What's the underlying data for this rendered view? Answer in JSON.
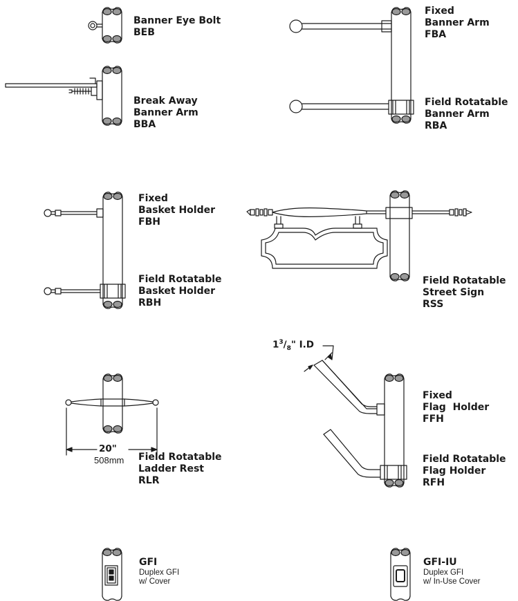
{
  "items": [
    {
      "id": "beb",
      "lines": [
        "Banner Eye Bolt",
        "BEB"
      ]
    },
    {
      "id": "fba",
      "lines": [
        "Fixed",
        "Banner Arm",
        "FBA"
      ]
    },
    {
      "id": "bba",
      "lines": [
        "Break Away",
        "Banner Arm",
        "BBA"
      ]
    },
    {
      "id": "rba",
      "lines": [
        "Field Rotatable",
        "Banner Arm",
        "RBA"
      ]
    },
    {
      "id": "fbh",
      "lines": [
        "Fixed",
        "Basket Holder",
        "FBH"
      ]
    },
    {
      "id": "rbh",
      "lines": [
        "Field Rotatable",
        "Basket Holder",
        "RBH"
      ]
    },
    {
      "id": "rss",
      "lines": [
        "Field Rotatable",
        "Street Sign",
        "RSS"
      ]
    },
    {
      "id": "rlr",
      "lines": [
        "Field Rotatable",
        "Ladder Rest",
        "RLR"
      ]
    },
    {
      "id": "ffh",
      "lines": [
        "Fixed",
        "Flag  Holder",
        "FFH"
      ]
    },
    {
      "id": "rfh",
      "lines": [
        "Field Rotatable",
        "Flag Holder",
        "RFH"
      ]
    }
  ],
  "gfi": {
    "code": "GFI",
    "line1": "Duplex GFI",
    "line2": "w/ Cover"
  },
  "gfi_iu": {
    "code": "GFI-IU",
    "line1": "Duplex GFI",
    "line2": "w/ In-Use Cover"
  },
  "ladder_dim": {
    "imperial": "20\"",
    "metric": "508mm"
  },
  "flag_dim": {
    "whole": "1",
    "num": "3",
    "den": "8",
    "suffix": "\" I.D"
  }
}
